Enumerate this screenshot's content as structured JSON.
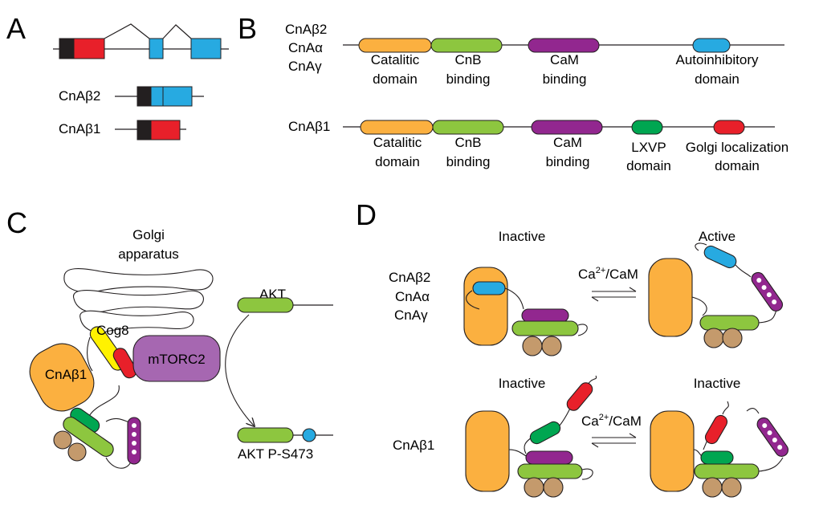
{
  "colors": {
    "black": "#231f20",
    "red": "#e8202a",
    "blue": "#27aae1",
    "orange": "#fbb040",
    "green": "#8dc63f",
    "dark_green": "#00a651",
    "purple": "#92278f",
    "mauve": "#a667b1",
    "yellow": "#fff200",
    "tan": "#c49a6c",
    "white": "#ffffff"
  },
  "panels": {
    "a": {
      "letter": "A",
      "isoform_b2": "CnAβ2",
      "isoform_b1": "CnAβ1"
    },
    "b": {
      "letter": "B",
      "isoforms_top": [
        "CnAβ2",
        "CnAα",
        "CnAγ"
      ],
      "isoform_bottom": "CnAβ1",
      "top_domains": [
        {
          "name": "catalytic",
          "line1": "Catalitic",
          "line2": "domain"
        },
        {
          "name": "cnb",
          "line1": "CnB",
          "line2": "binding"
        },
        {
          "name": "cam",
          "line1": "CaM",
          "line2": "binding"
        },
        {
          "name": "autoinhibitory",
          "line1": "Autoinhibitory",
          "line2": "domain"
        }
      ],
      "bottom_domains": [
        {
          "name": "catalytic",
          "line1": "Catalitic",
          "line2": "domain"
        },
        {
          "name": "cnb",
          "line1": "CnB",
          "line2": "binding"
        },
        {
          "name": "cam",
          "line1": "CaM",
          "line2": "binding"
        },
        {
          "name": "lxvp",
          "line1": "LXVP",
          "line2": "domain"
        },
        {
          "name": "golgi",
          "line1": "Golgi localization",
          "line2": "domain"
        }
      ]
    },
    "c": {
      "letter": "C",
      "golgi_line1": "Golgi",
      "golgi_line2": "apparatus",
      "cog8": "Cog8",
      "mtorc2": "mTORC2",
      "cnab1": "CnAβ1",
      "akt": "AKT",
      "akt_p": "AKT P-S473"
    },
    "d": {
      "letter": "D",
      "isoforms_top": [
        "CnAβ2",
        "CnAα",
        "CnAγ"
      ],
      "isoform_bottom": "CnAβ1",
      "top_left_state": "Inactive",
      "top_right_state": "Active",
      "bottom_left_state": "Inactive",
      "bottom_right_state": "Inactive",
      "ca_text": "Ca",
      "ca_sup": "2+",
      "cam_text": "/CaM"
    }
  }
}
